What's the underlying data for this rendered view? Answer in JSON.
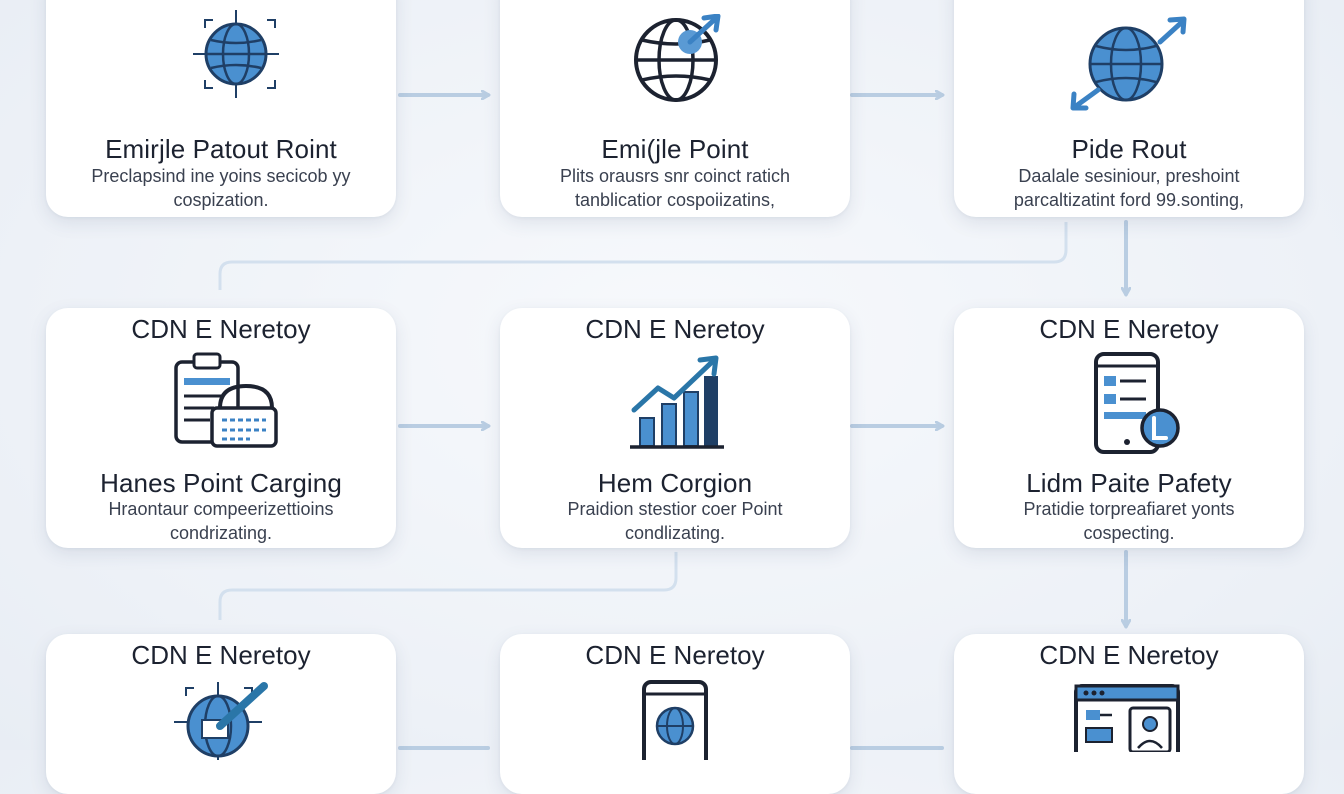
{
  "row1": [
    {
      "title": "Emirjle Patout Roint",
      "desc_line1": "Preclapsind ine yoins secicob yy",
      "desc_line2": "cospization.",
      "icon": "globe-crosshair-icon"
    },
    {
      "title": "Emi(jle Point",
      "desc_line1": "Plits orausrs snr coinct ratich",
      "desc_line2": "tanblicatior cospoiizatins,",
      "icon": "globe-arrow-icon"
    },
    {
      "title": "Pide Rout",
      "desc_line1": "Daalale sesiniour, preshoint",
      "desc_line2": "parcaltizatint ford 99.sonting,",
      "icon": "globe-double-arrow-icon"
    }
  ],
  "row2": [
    {
      "header": "CDN E Neretoy",
      "title": "Hanes Point Carging",
      "desc_line1": "Hraontaur compeerizettioins",
      "desc_line2": "condrizating.",
      "icon": "clipboard-lock-icon"
    },
    {
      "header": "CDN E Neretoy",
      "title": "Hem Corgion",
      "desc_line1": "Praidion stestior coer Point",
      "desc_line2": "condlizating.",
      "icon": "bar-chart-trend-icon"
    },
    {
      "header": "CDN E Neretoy",
      "title": "Lidm Paite Pafety",
      "desc_line1": "Pratidie torpreafiaret yonts",
      "desc_line2": "cospecting.",
      "icon": "tablet-document-icon"
    }
  ],
  "row3": [
    {
      "header": "CDN E Neretoy",
      "icon": "globe-edit-icon"
    },
    {
      "header": "CDN E Neretoy",
      "icon": "phone-globe-icon"
    },
    {
      "header": "CDN E Neretoy",
      "icon": "browser-profile-icon"
    }
  ],
  "colors": {
    "accent": "#3b82c4",
    "accent_dark": "#1f3f66",
    "accent_light": "#7fb2de",
    "connector": "#b9cde2",
    "card": "#ffffff"
  }
}
